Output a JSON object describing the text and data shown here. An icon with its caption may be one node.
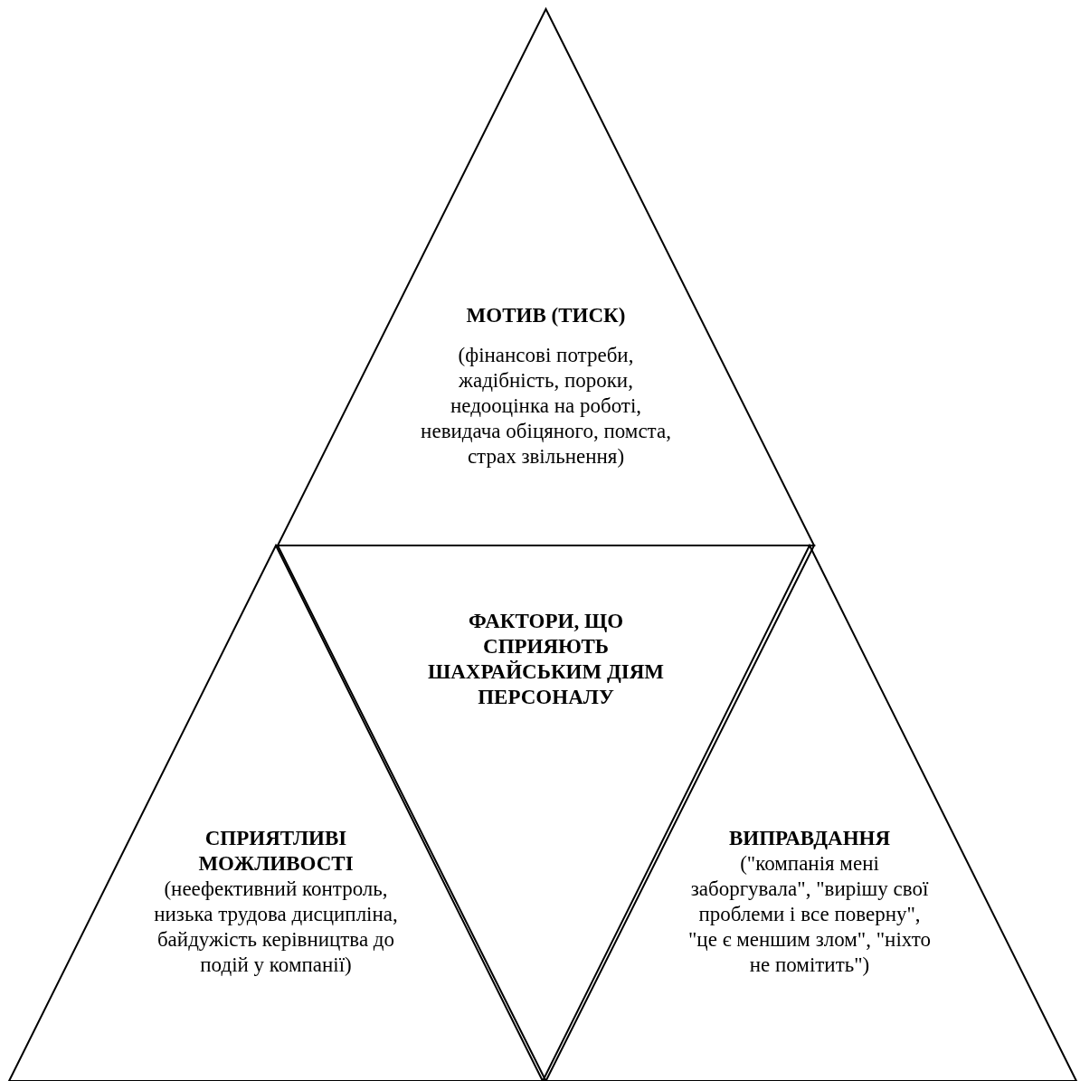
{
  "diagram": {
    "nodes": [
      {
        "text": [
          "МОТИВ (ТИСК)",
          "(фінансові потреби, жадібність, пороки, недооцінка на роботі, невидача обіцяного, помста, страх звільнення)"
        ]
      },
      {
        "text": [
          "ФАКТОРИ, ЩО СПРИЯЮТЬ ШАХРАЙСЬКИМ ДІЯМ ПЕРСОНАЛУ"
        ]
      },
      {
        "text": [
          "СПРИЯТЛИВІ МОЖЛИВОСТІ",
          "(неефективний контроль, низька трудова дисципліна, байдужість керівництва до подій у компанії)"
        ]
      },
      {
        "text": [
          "ВИПРАВДАННЯ",
          "(\"компанія мені заборгувала\", \"вирішу свої проблеми і все поверну\", \"це є меншим злом\", \"ніхто не помітить\")"
        ]
      }
    ]
  }
}
